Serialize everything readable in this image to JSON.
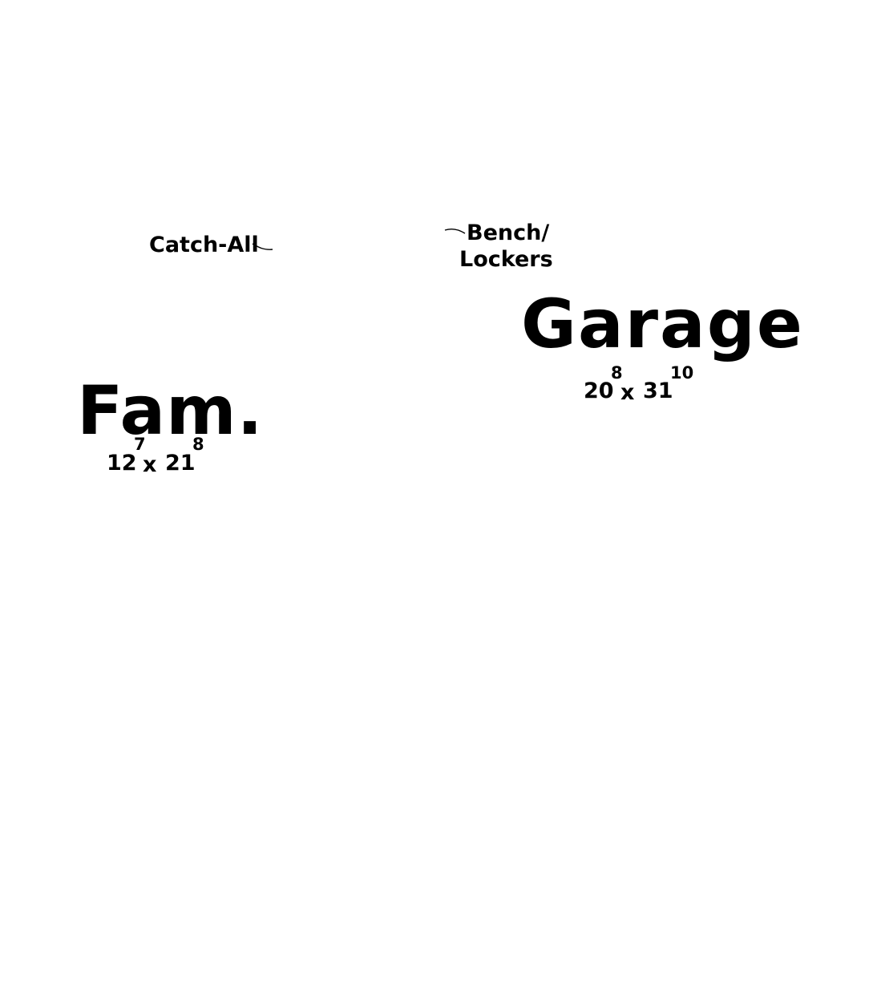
{
  "labels": {
    "catch_all": "Catch-All",
    "bench_line1": "Bench/",
    "bench_line2": "Lockers"
  },
  "rooms": {
    "family": {
      "name": "Fam.",
      "width_ft": "12",
      "width_in": "7",
      "separator": "x",
      "length_ft": "21",
      "length_in": "8"
    },
    "garage": {
      "name": "Garage",
      "width_ft": "20",
      "width_in": "8",
      "separator": "x",
      "length_ft": "31",
      "length_in": "10"
    }
  },
  "colors": {
    "text": "#000000",
    "background": "#ffffff"
  }
}
